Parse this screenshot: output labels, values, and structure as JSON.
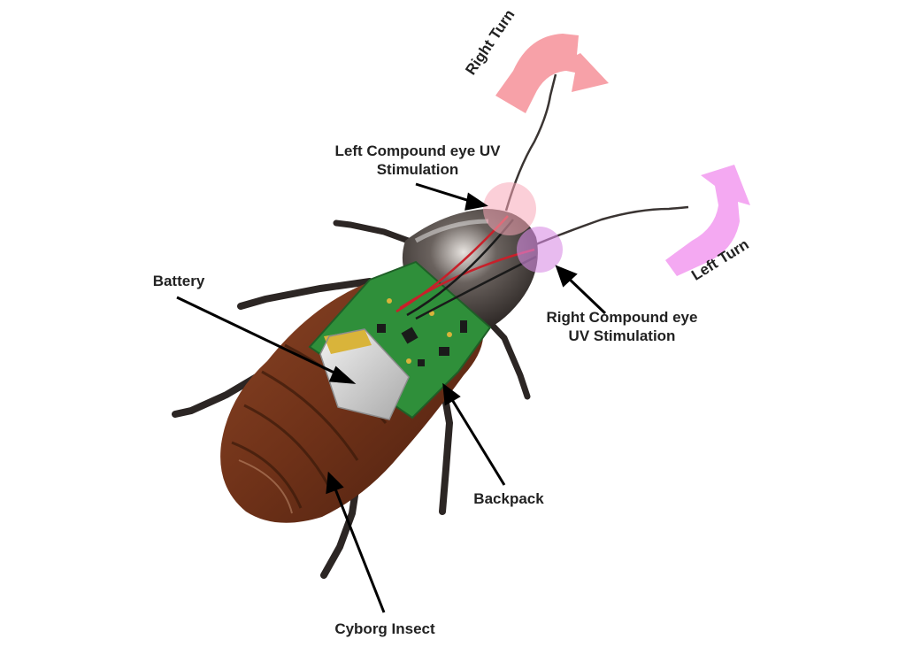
{
  "labels": {
    "left_eye_line1": "Left Compound eye UV",
    "left_eye_line2": "Stimulation",
    "right_eye_line1": "Right Compound eye",
    "right_eye_line2": "UV Stimulation",
    "battery": "Battery",
    "backpack": "Backpack",
    "cyborg": "Cyborg Insect",
    "right_turn": "Right Turn",
    "left_turn": "Left Turn"
  },
  "colors": {
    "right_turn_arrow": "#f7a1a8",
    "left_turn_arrow": "#f4a9f2",
    "left_eye_highlight": "#f7a8b8",
    "right_eye_highlight": "#d98de4",
    "body_brown": "#7a3b1e",
    "pronotum": "#3a3432",
    "pcb_green": "#2f8f3a",
    "battery_silver": "#d9d9d9",
    "battery_gold": "#d9b43a",
    "wire_red": "#c8202a",
    "wire_black": "#1a1a1a"
  },
  "icons": {
    "right_turn": "curved-arrow-right-icon",
    "left_turn": "curved-arrow-left-icon"
  }
}
